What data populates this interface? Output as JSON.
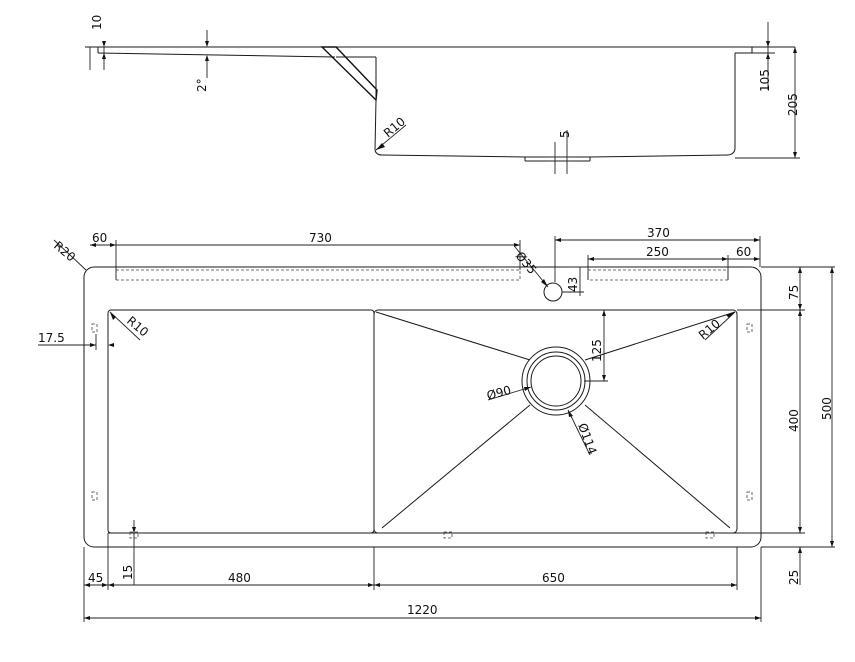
{
  "side_view": {
    "d_10": "10",
    "d_2deg": "2°",
    "d_r10": "R10",
    "d_5": "5",
    "d_105": "105",
    "d_205": "205"
  },
  "top_view": {
    "d_r20": "R20",
    "d_60_left": "60",
    "d_730": "730",
    "d_35": "Ø35",
    "d_370": "370",
    "d_250": "250",
    "d_60_right": "60",
    "d_43": "43",
    "d_75": "75",
    "d_500": "500",
    "d_17_5": "17.5",
    "d_r10_left": "R10",
    "d_r10_right": "R10",
    "d_125": "125",
    "d_90": "Ø90",
    "d_114": "Ø114",
    "d_400": "400",
    "d_25": "25",
    "d_45": "45",
    "d_15": "15",
    "d_480": "480",
    "d_650": "650",
    "d_1220": "1220"
  }
}
